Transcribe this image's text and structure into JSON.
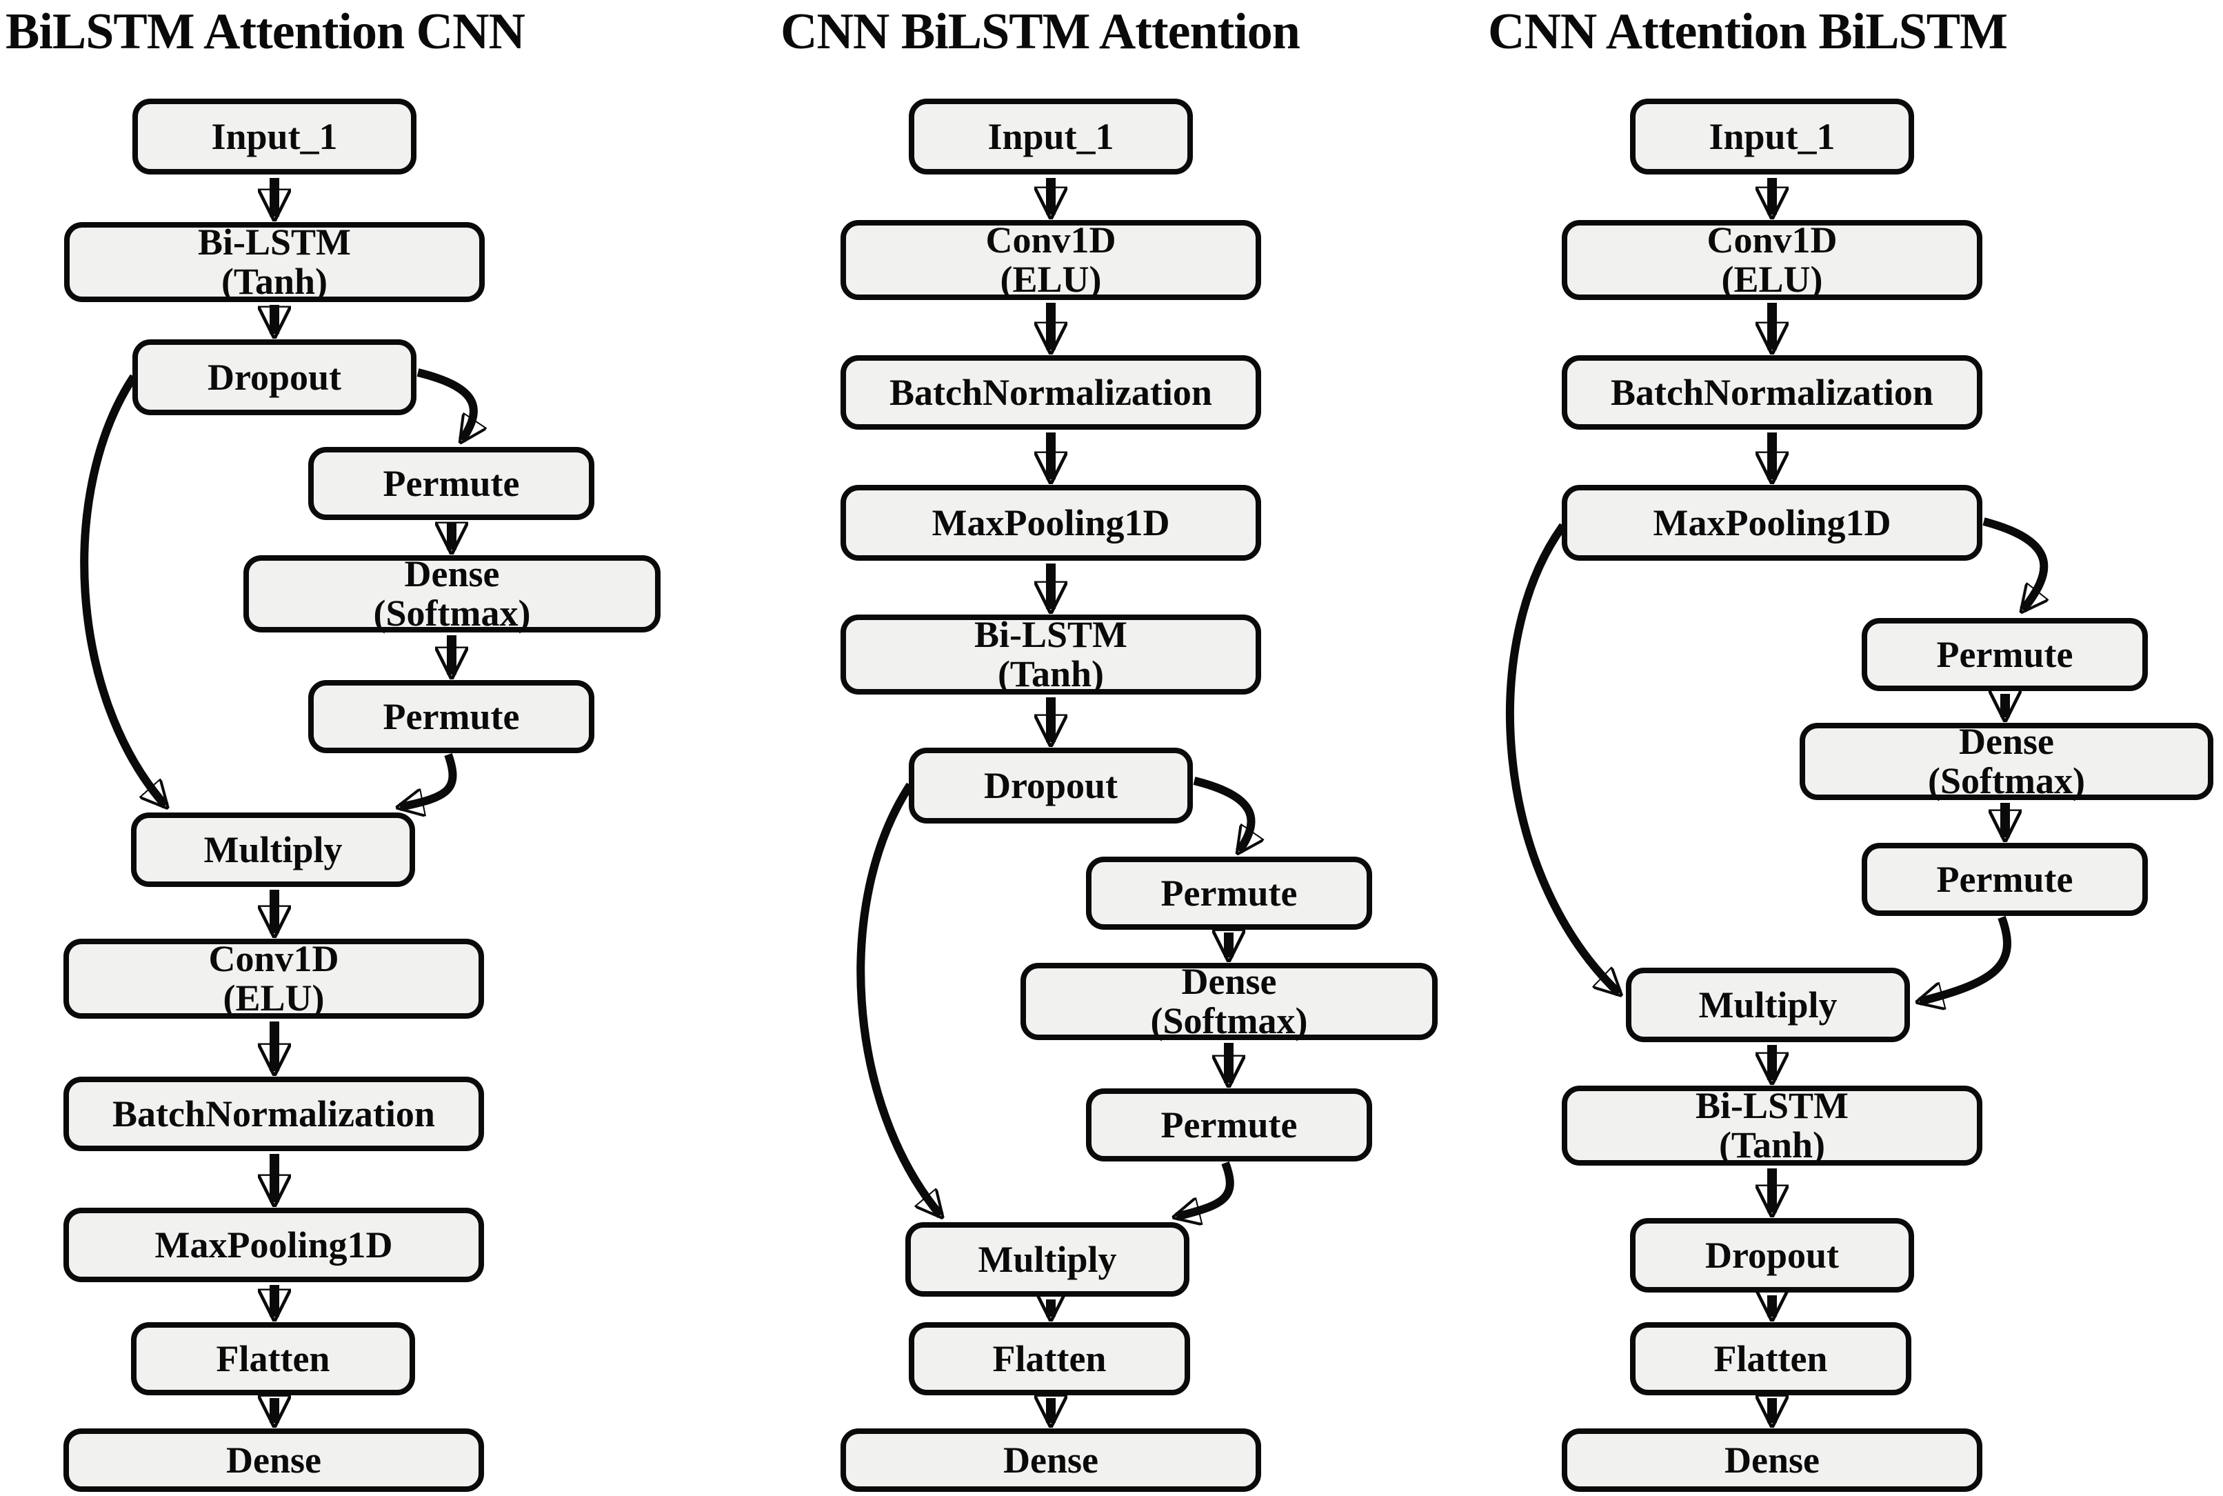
{
  "figure": {
    "background_color": "#ffffff",
    "node_fill_color": "#f1f1f0",
    "node_border_color": "#0a0a0a",
    "arrow_color": "#0a0a0a"
  },
  "columns": [
    {
      "title": "BiLSTM Attention CNN",
      "nodes": [
        {
          "id": "input",
          "label": "Input_1"
        },
        {
          "id": "bilstm",
          "label": "Bi-LSTM\n(Tanh)"
        },
        {
          "id": "dropout",
          "label": "Dropout"
        },
        {
          "id": "permute-1",
          "label": "Permute"
        },
        {
          "id": "dense-softmax",
          "label": "Dense\n(Softmax)"
        },
        {
          "id": "permute-2",
          "label": "Permute"
        },
        {
          "id": "multiply",
          "label": "Multiply"
        },
        {
          "id": "conv1d",
          "label": "Conv1D\n(ELU)"
        },
        {
          "id": "batchnorm",
          "label": "BatchNormalization"
        },
        {
          "id": "maxpool",
          "label": "MaxPooling1D"
        },
        {
          "id": "flatten",
          "label": "Flatten"
        },
        {
          "id": "dense",
          "label": "Dense"
        }
      ],
      "edges": [
        {
          "from": "Input_1",
          "to": "Bi-LSTM (Tanh)"
        },
        {
          "from": "Bi-LSTM (Tanh)",
          "to": "Dropout"
        },
        {
          "from": "Dropout",
          "to": "Permute"
        },
        {
          "from": "Permute",
          "to": "Dense (Softmax)"
        },
        {
          "from": "Dense (Softmax)",
          "to": "Permute"
        },
        {
          "from": "Permute",
          "to": "Multiply"
        },
        {
          "from": "Dropout",
          "to": "Multiply"
        },
        {
          "from": "Multiply",
          "to": "Conv1D (ELU)"
        },
        {
          "from": "Conv1D (ELU)",
          "to": "BatchNormalization"
        },
        {
          "from": "BatchNormalization",
          "to": "MaxPooling1D"
        },
        {
          "from": "MaxPooling1D",
          "to": "Flatten"
        },
        {
          "from": "Flatten",
          "to": "Dense"
        }
      ]
    },
    {
      "title": "CNN BiLSTM Attention",
      "nodes": [
        {
          "id": "input",
          "label": "Input_1"
        },
        {
          "id": "conv1d",
          "label": "Conv1D\n(ELU)"
        },
        {
          "id": "batchnorm",
          "label": "BatchNormalization"
        },
        {
          "id": "maxpool",
          "label": "MaxPooling1D"
        },
        {
          "id": "bilstm",
          "label": "Bi-LSTM\n(Tanh)"
        },
        {
          "id": "dropout",
          "label": "Dropout"
        },
        {
          "id": "permute-1",
          "label": "Permute"
        },
        {
          "id": "dense-softmax",
          "label": "Dense\n(Softmax)"
        },
        {
          "id": "permute-2",
          "label": "Permute"
        },
        {
          "id": "multiply",
          "label": "Multiply"
        },
        {
          "id": "flatten",
          "label": "Flatten"
        },
        {
          "id": "dense",
          "label": "Dense"
        }
      ],
      "edges": [
        {
          "from": "Input_1",
          "to": "Conv1D (ELU)"
        },
        {
          "from": "Conv1D (ELU)",
          "to": "BatchNormalization"
        },
        {
          "from": "BatchNormalization",
          "to": "MaxPooling1D"
        },
        {
          "from": "MaxPooling1D",
          "to": "Bi-LSTM (Tanh)"
        },
        {
          "from": "Bi-LSTM (Tanh)",
          "to": "Dropout"
        },
        {
          "from": "Dropout",
          "to": "Permute"
        },
        {
          "from": "Permute",
          "to": "Dense (Softmax)"
        },
        {
          "from": "Dense (Softmax)",
          "to": "Permute"
        },
        {
          "from": "Permute",
          "to": "Multiply"
        },
        {
          "from": "Dropout",
          "to": "Multiply"
        },
        {
          "from": "Multiply",
          "to": "Flatten"
        },
        {
          "from": "Flatten",
          "to": "Dense"
        }
      ]
    },
    {
      "title": "CNN Attention BiLSTM",
      "nodes": [
        {
          "id": "input",
          "label": "Input_1"
        },
        {
          "id": "conv1d",
          "label": "Conv1D\n(ELU)"
        },
        {
          "id": "batchnorm",
          "label": "BatchNormalization"
        },
        {
          "id": "maxpool",
          "label": "MaxPooling1D"
        },
        {
          "id": "permute-1",
          "label": "Permute"
        },
        {
          "id": "dense-softmax",
          "label": "Dense\n(Softmax)"
        },
        {
          "id": "permute-2",
          "label": "Permute"
        },
        {
          "id": "multiply",
          "label": "Multiply"
        },
        {
          "id": "bilstm",
          "label": "Bi-LSTM\n(Tanh)"
        },
        {
          "id": "dropout",
          "label": "Dropout"
        },
        {
          "id": "flatten",
          "label": "Flatten"
        },
        {
          "id": "dense",
          "label": "Dense"
        }
      ],
      "edges": [
        {
          "from": "Input_1",
          "to": "Conv1D (ELU)"
        },
        {
          "from": "Conv1D (ELU)",
          "to": "BatchNormalization"
        },
        {
          "from": "BatchNormalization",
          "to": "MaxPooling1D"
        },
        {
          "from": "MaxPooling1D",
          "to": "Permute"
        },
        {
          "from": "Permute",
          "to": "Dense (Softmax)"
        },
        {
          "from": "Dense (Softmax)",
          "to": "Permute"
        },
        {
          "from": "Permute",
          "to": "Multiply"
        },
        {
          "from": "MaxPooling1D",
          "to": "Multiply"
        },
        {
          "from": "Multiply",
          "to": "Bi-LSTM (Tanh)"
        },
        {
          "from": "Bi-LSTM (Tanh)",
          "to": "Dropout"
        },
        {
          "from": "Dropout",
          "to": "Flatten"
        },
        {
          "from": "Flatten",
          "to": "Dense"
        }
      ]
    }
  ]
}
